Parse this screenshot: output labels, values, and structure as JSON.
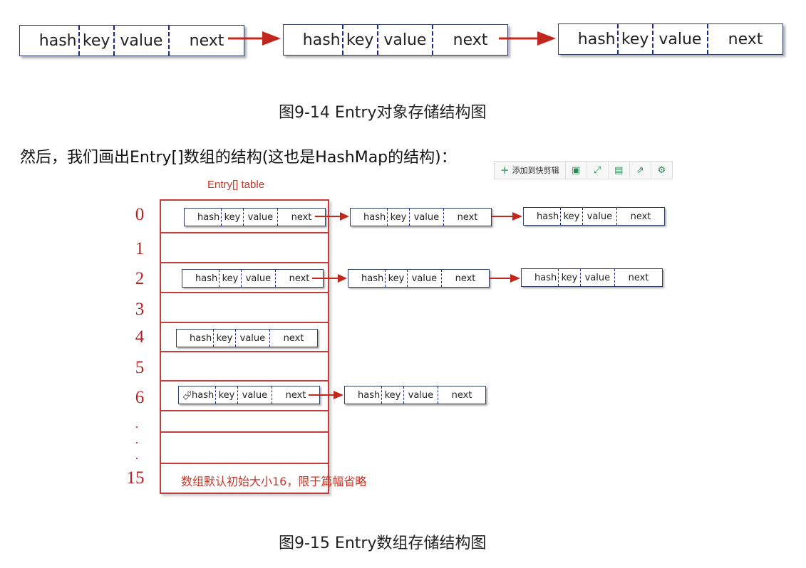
{
  "entry_fields": {
    "hash": "hash",
    "key": "key",
    "value": "value",
    "next": "next"
  },
  "caption_1": "图9-14 Entry对象存储结构图",
  "paragraph": "然后，我们画出Entry[]数组的结构(这也是HashMap的结构)：",
  "toolbar": {
    "add_label": "添加到快剪辑",
    "icons": [
      "screenshot-icon",
      "expand-icon",
      "save-icon",
      "share-icon",
      "settings-icon"
    ]
  },
  "table": {
    "title": "Entry[]  table",
    "indices": [
      "0",
      "1",
      "2",
      "3",
      "4",
      "5",
      "6",
      "15"
    ],
    "ellipsis": "·",
    "note": "数组默认初始大小16，限于篇幅省略"
  },
  "caption_2": "图9-15 Entry数组存储结构图",
  "colors": {
    "accent_red": "#c43b3b",
    "arrow_red": "#c0281e",
    "box_border": "#2f3f66",
    "dash_blue": "#1b2a8c"
  }
}
